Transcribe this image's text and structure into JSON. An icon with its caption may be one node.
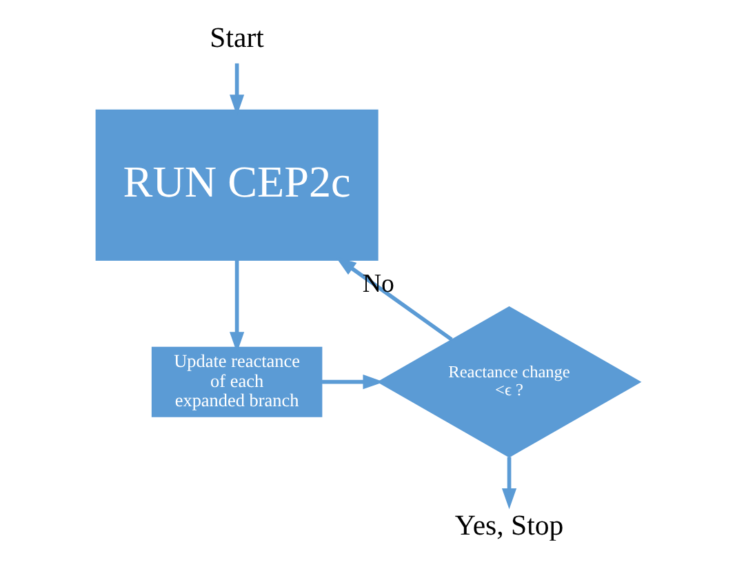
{
  "diagram": {
    "nodes": [
      {
        "text": [
          "Start"
        ]
      },
      {
        "text": [
          "RUN CEP2c"
        ]
      },
      {
        "text": [
          "Update reactance of each expanded branch"
        ]
      },
      {
        "text": [
          "Reactance change <ϵ ?"
        ]
      },
      {
        "text": [
          "Yes, Stop"
        ]
      }
    ],
    "edges": [
      {
        "from": 0,
        "to": 1,
        "arrow": "to"
      },
      {
        "from": 1,
        "to": 2,
        "arrow": "to"
      },
      {
        "from": 2,
        "to": 3,
        "arrow": "to"
      },
      {
        "from": 3,
        "to": 1,
        "arrow": "to",
        "label": "No"
      },
      {
        "from": 3,
        "to": 4,
        "arrow": "to"
      }
    ]
  }
}
